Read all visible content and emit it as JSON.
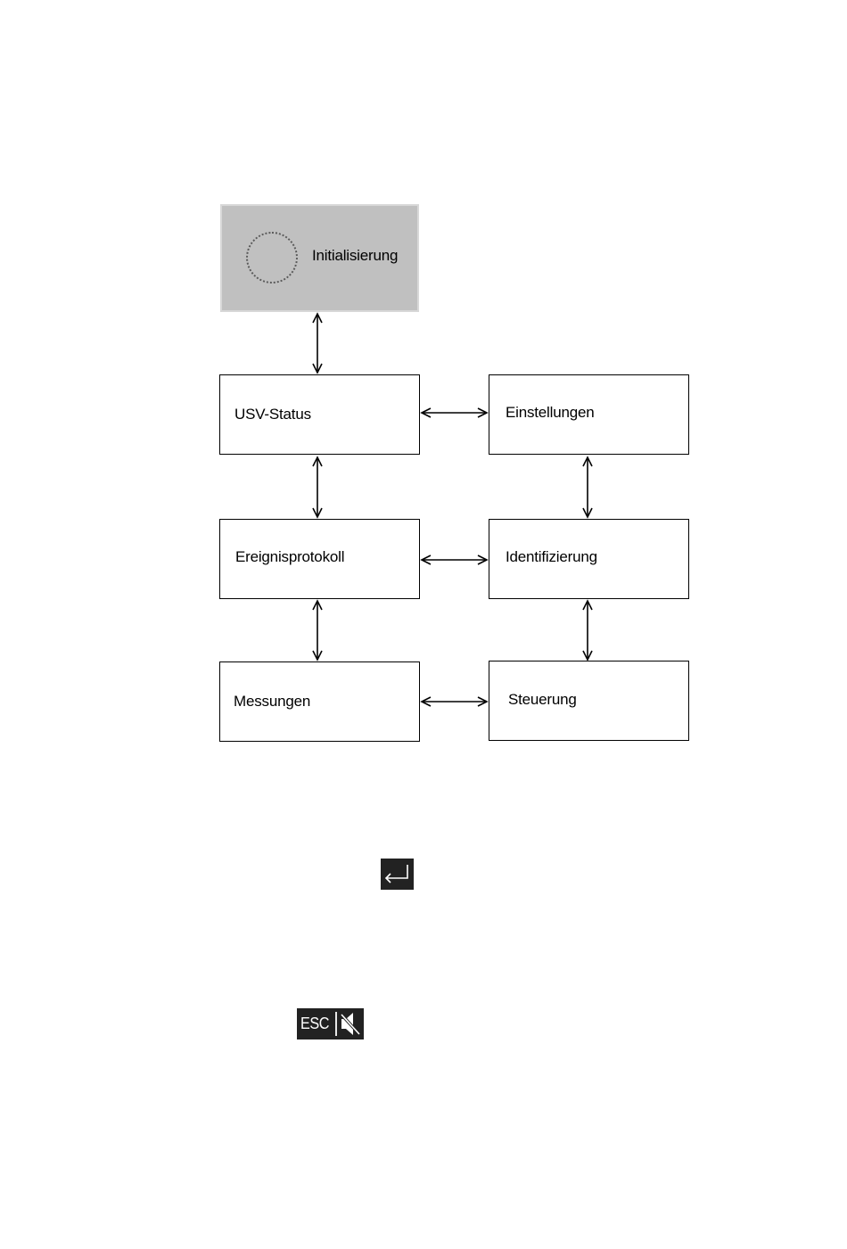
{
  "diagram": {
    "nodes": {
      "initialisierung": "Initialisierung",
      "usv_status": "USV-Status",
      "einstellungen": "Einstellungen",
      "ereignisprotokoll": "Ereignisprotokoll",
      "identifizierung": "Identifizierung",
      "messungen": "Messungen",
      "steuerung": "Steuerung"
    },
    "edges": [
      {
        "from": "Initialisierung",
        "to": "USV-Status",
        "direction": "both"
      },
      {
        "from": "USV-Status",
        "to": "Einstellungen",
        "direction": "both"
      },
      {
        "from": "USV-Status",
        "to": "Ereignisprotokoll",
        "direction": "both"
      },
      {
        "from": "Einstellungen",
        "to": "Identifizierung",
        "direction": "both"
      },
      {
        "from": "Ereignisprotokoll",
        "to": "Identifizierung",
        "direction": "both"
      },
      {
        "from": "Ereignisprotokoll",
        "to": "Messungen",
        "direction": "both"
      },
      {
        "from": "Identifizierung",
        "to": "Steuerung",
        "direction": "both"
      },
      {
        "from": "Messungen",
        "to": "Steuerung",
        "direction": "both"
      }
    ]
  },
  "keys": {
    "enter_icon": "enter-key-icon",
    "esc_label": "ESC",
    "mute_icon": "speaker-muted-icon"
  },
  "colors": {
    "init_fill": "#c0c0c0",
    "key_fill": "#222222"
  }
}
